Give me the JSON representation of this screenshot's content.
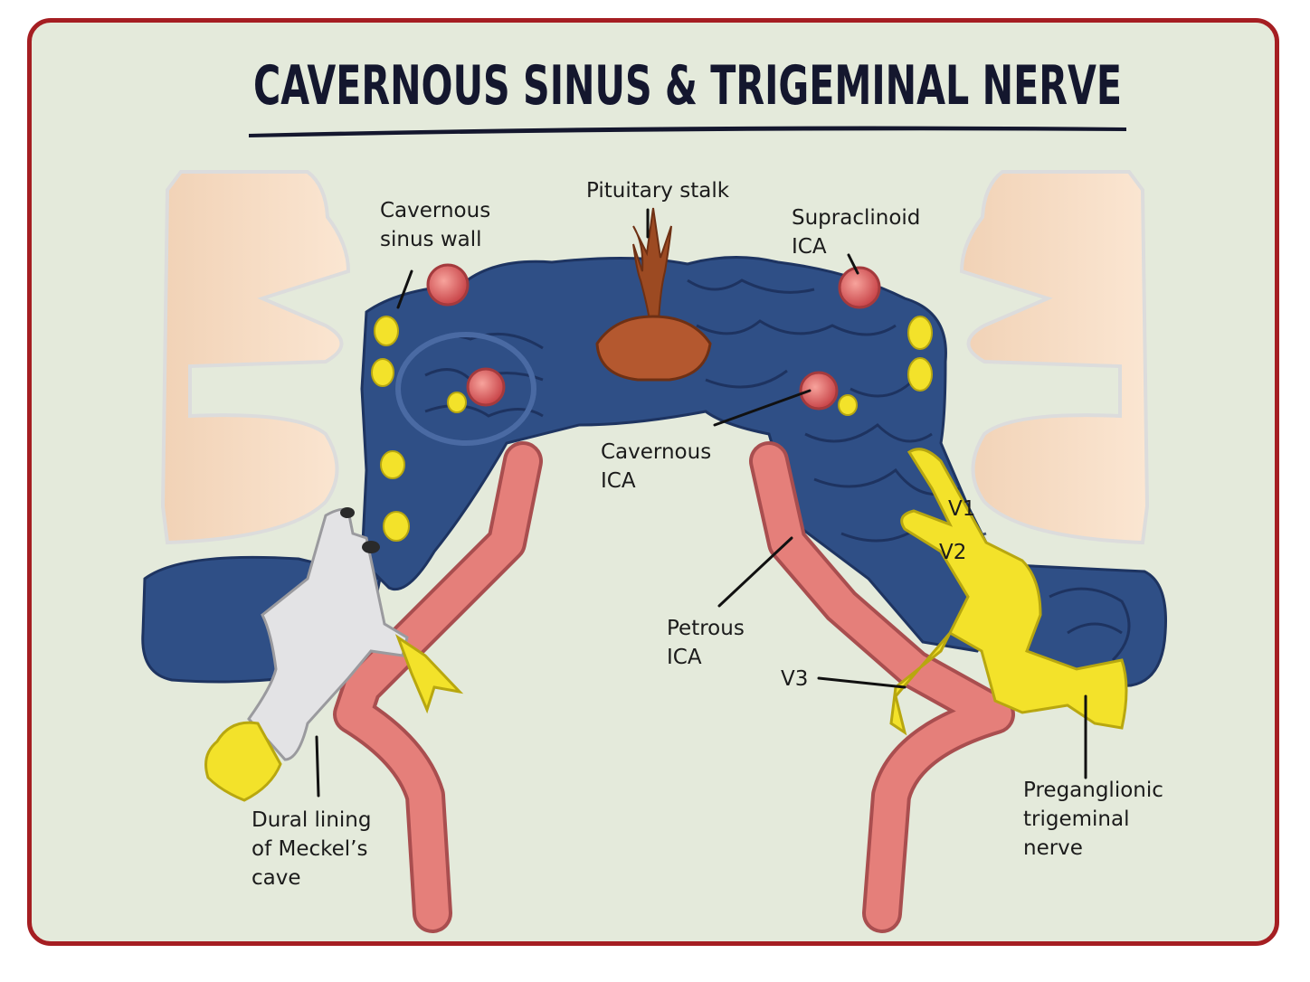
{
  "title": "CAVERNOUS SINUS & TRIGEMINAL NERVE",
  "labels": {
    "cavernous_sinus_wall": [
      "Cavernous",
      "sinus wall"
    ],
    "pituitary_stalk": [
      "Pituitary stalk"
    ],
    "supraclinoid_ica": [
      "Supraclinoid",
      "ICA"
    ],
    "cavernous_ica": [
      "Cavernous",
      "ICA"
    ],
    "petrous_ica": [
      "Petrous",
      "ICA"
    ],
    "v1": [
      "V1"
    ],
    "v2": [
      "V2"
    ],
    "v3": [
      "V3"
    ],
    "dural_lining": [
      "Dural lining",
      "of Meckel’s",
      "cave"
    ],
    "preganglionic_trigeminal_nerve": [
      "Preganglionic",
      "trigeminal",
      "nerve"
    ]
  },
  "colors": {
    "frame_border": "#a51e22",
    "background": "#e4eadb",
    "venous_sinus": "#2f4f86",
    "artery": "#e07774",
    "nerve": "#f3e22a",
    "dura": "#e3e3e5",
    "pituitary": "#b4582f",
    "bone": "#f7dcc3"
  }
}
